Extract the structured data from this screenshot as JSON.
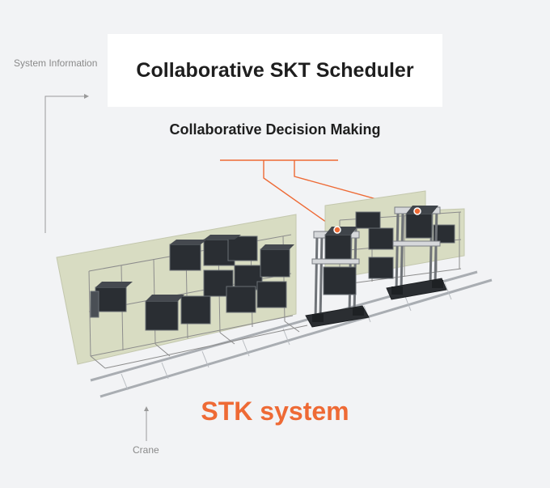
{
  "labels": {
    "system_information": "System Information",
    "scheduler_title": "Collaborative SKT Scheduler",
    "decision_making": "Collaborative Decision Making",
    "stk_system": "STK system",
    "crane": "Crane"
  },
  "icons": {
    "arrow": "arrow-right-icon",
    "arrow_up": "arrow-up-icon",
    "marker": "crane-marker-icon"
  },
  "colors": {
    "accent": "#ee6a35",
    "panel": "#d8dcc2",
    "frame": "#8c8c8c",
    "container": "#2a2e33",
    "text": "#1e1e1e",
    "muted": "#8a8a8a"
  }
}
